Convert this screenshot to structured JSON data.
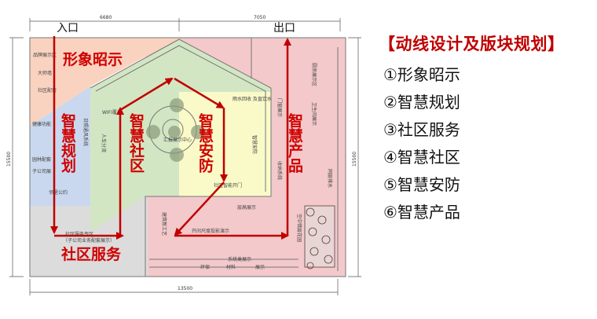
{
  "colors": {
    "route": "#c00000",
    "image_zone": "#f9d3c0",
    "planning_zone": "#c9d8ee",
    "community_zone": "#d3e6c4",
    "security_zone": "#fbfbc8",
    "product_zone": "#f3c9cb",
    "service_zone": "#dcdcdc"
  },
  "plan": {
    "entrance": "入口",
    "exit": "出口",
    "dims": {
      "top_left": "6680",
      "top_right": "7050",
      "bottom": "13500",
      "left": "15500",
      "right": "15500"
    },
    "zones": {
      "image": "形象昭示",
      "planning": "智慧规划",
      "community": "智慧社区",
      "security": "智慧安防",
      "product": "智慧产品",
      "service": "社区服务"
    },
    "labels": {
      "brand": "品牌展示区",
      "master": "大师墙",
      "supporting": "社区配套",
      "health": "健康功能",
      "garden": "园林配套",
      "subsidiary": "子公司展",
      "neighbor": "邻里公约",
      "sunlight": "日照通风系统",
      "wifi": "WIFI覆盖",
      "traffic": "人车分流",
      "center": "汇报展示中心",
      "service_area": "社区服务专区",
      "service_sub": "（子公司业务配套展示）",
      "craft": "建筑新工艺",
      "span": "开间尺度投影演示",
      "system": "系统类展示",
      "eco": "环保",
      "material": "材料",
      "show": "展示",
      "sky_garden": "空中错层花园",
      "drain": "同层排水",
      "kitchen": "厨房展示区",
      "bath": "卫生间展示",
      "window": "门窗展示",
      "storage": "收纳系统",
      "water": "雨水回收\n及直饮水",
      "smart_sec": "智慧安防",
      "height": "层高展示",
      "door": "社区智能开门"
    }
  },
  "legend": {
    "title": "【动线设计及版块规划】",
    "items": [
      "①形象昭示",
      "②智慧规划",
      "③社区服务",
      "④智慧社区",
      "⑤智慧安防",
      "⑥智慧产品"
    ]
  }
}
